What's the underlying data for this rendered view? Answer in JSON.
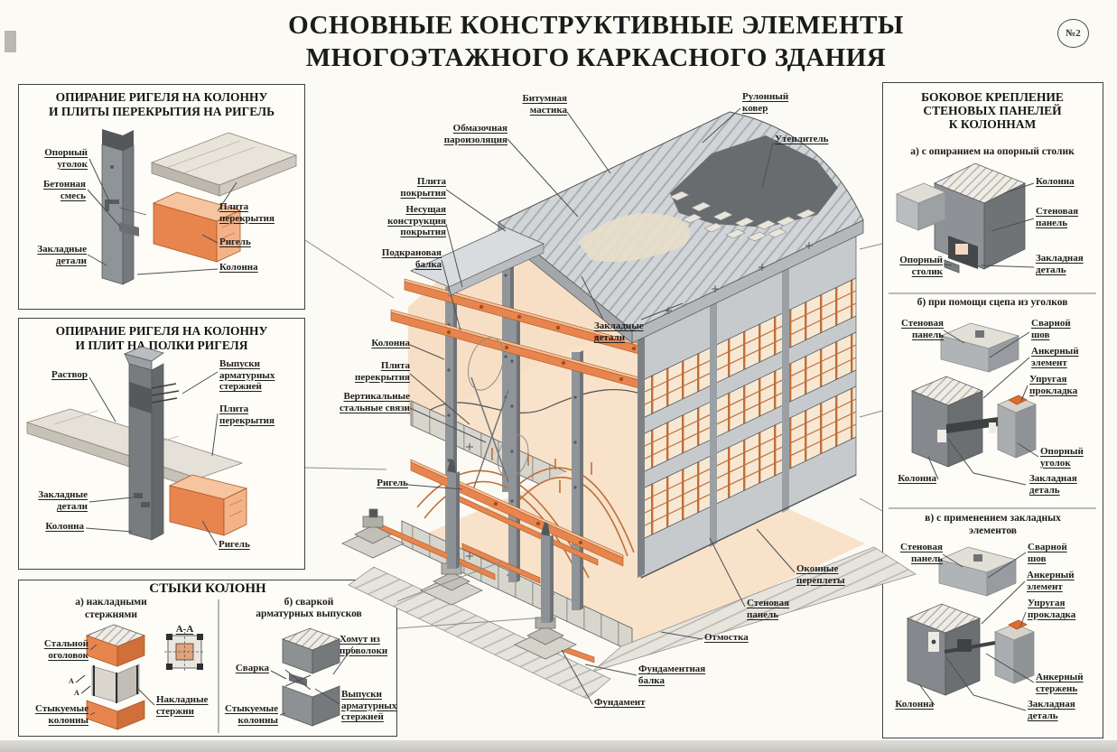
{
  "poster": {
    "title_line1": "ОСНОВНЫЕ КОНСТРУКТИВНЫЕ ЭЛЕМЕНТЫ",
    "title_line2": "МНОГОЭТАЖНОГО КАРКАСНОГО ЗДАНИЯ",
    "badge": "№2"
  },
  "colors": {
    "accent_orange": "#e8854e",
    "concrete_gray": "#8d9296",
    "floor_peach": "#f8e0c8",
    "roof_gray": "#d2d5d8",
    "insulation_dark": "#686c6f",
    "window_mullion": "#bf6f3a"
  },
  "common_labels": {
    "column": "Колонна",
    "crossbar": "Ригель",
    "floor_slab": "Плита перекрытия",
    "embedded_parts": "Закладные детали",
    "wall_panel": "Стеновая панель",
    "embedded_part": "Закладная деталь",
    "rebar_outlets": "Выпуски арматурных стержней",
    "joined_columns": "Стыкуемые колонны",
    "support_angle": "Опорный уголок",
    "weld_seam": "Сварной шов",
    "anchor_element": "Анкерный элемент",
    "elastic_gasket": "Упругая прокладка"
  },
  "main_diagram": {
    "labels": {
      "bituminous_mastic": "Битумная мастика",
      "coating_vapor_barrier": "Обмазочная пароизоляция",
      "roof_slab": "Плита покрытия",
      "roof_bearing_structure": "Несущая конструкция покрытия",
      "crane_beam": "Подкрановая балка",
      "rolled_roofing": "Рулонный ковер",
      "insulation": "Утеплитель",
      "vertical_steel_ties": "Вертикальные стальные связи",
      "window_sashes": "Оконные переплеты",
      "blind_area": "Отмостка",
      "foundation_beam": "Фундаментная балка",
      "foundation": "Фундамент"
    }
  },
  "panel_beam_on_column_slabs_on_beam": {
    "title_line1": "ОПИРАНИЕ РИГЕЛЯ НА КОЛОННУ",
    "title_line2": "И ПЛИТЫ ПЕРЕКРЫТИЯ НА РИГЕЛЬ",
    "labels": {
      "concrete_mix": "Бетонная смесь"
    }
  },
  "panel_beam_on_column_slabs_on_shelves": {
    "title_line1": "ОПИРАНИЕ РИГЕЛЯ НА КОЛОННУ",
    "title_line2": "И ПЛИТ НА ПОЛКИ РИГЕЛЯ",
    "labels": {
      "mortar": "Раствор"
    }
  },
  "panel_column_joints": {
    "title": "СТЫКИ КОЛОНН",
    "sub_a": "а) накладными стержнями",
    "sub_b_line1": "б) сваркой",
    "sub_b_line2": "арматурных выпусков",
    "labels": {
      "steel_head": "Стальной оголовок",
      "overlay_rods": "Накладные стержни",
      "section_aa": "А-А",
      "welding": "Сварка",
      "wire_clamp": "Хомут из проволоки",
      "a_mark": "А"
    }
  },
  "panel_side_fastening": {
    "title_line1": "БОКОВОЕ КРЕПЛЕНИЕ",
    "title_line2": "СТЕНОВЫХ ПАНЕЛЕЙ",
    "title_line3": "К КОЛОННАМ",
    "sub_a": "а) с опиранием на опорный столик",
    "sub_b": "б) при помощи сцепа из уголков",
    "sub_v": "в) с применением закладных элементов",
    "labels": {
      "support_bracket": "Опорный столик",
      "anchor_rod": "Анкерный стержень"
    }
  }
}
